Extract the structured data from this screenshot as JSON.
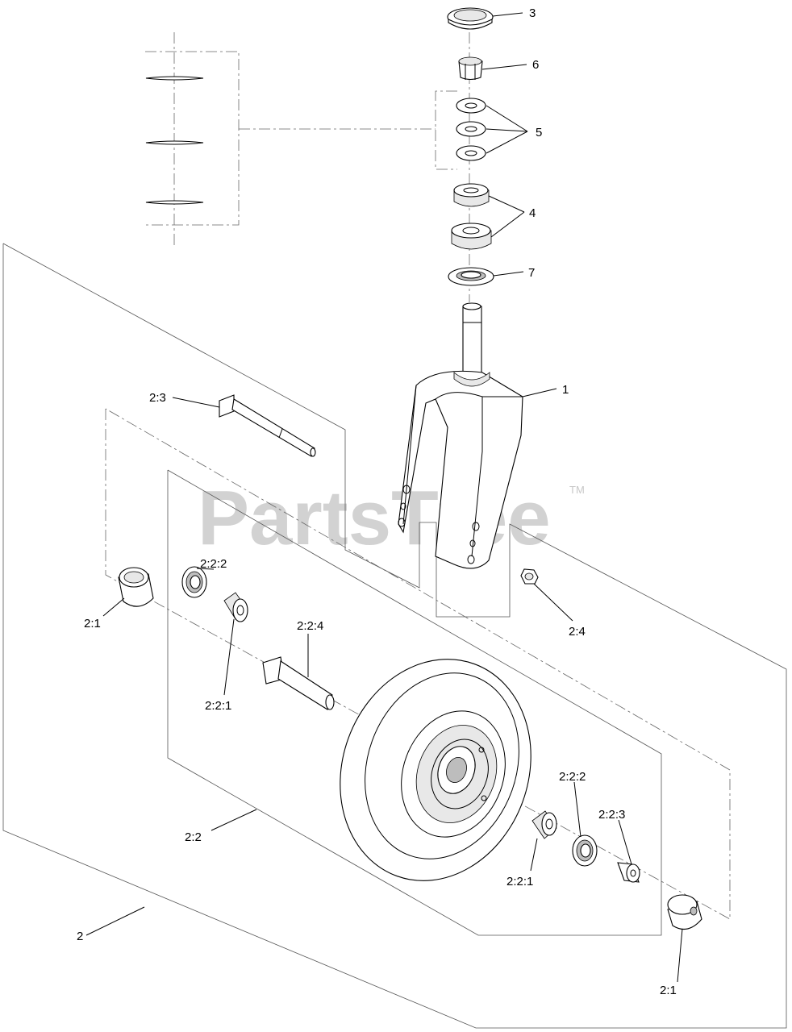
{
  "watermark": {
    "text": "PartsTree",
    "tm": "TM"
  },
  "callouts": [
    {
      "id": "c3",
      "label": "3"
    },
    {
      "id": "c6",
      "label": "6"
    },
    {
      "id": "c5",
      "label": "5"
    },
    {
      "id": "c4",
      "label": "4"
    },
    {
      "id": "c7",
      "label": "7"
    },
    {
      "id": "c1",
      "label": "1"
    },
    {
      "id": "c2_3",
      "label": "2:3"
    },
    {
      "id": "c2_2_2a",
      "label": "2:2:2"
    },
    {
      "id": "c2_1a",
      "label": "2:1"
    },
    {
      "id": "c2_2_1a",
      "label": "2:2:1"
    },
    {
      "id": "c2_2_4",
      "label": "2:2:4"
    },
    {
      "id": "c2_4",
      "label": "2:4"
    },
    {
      "id": "c2_2",
      "label": "2:2"
    },
    {
      "id": "c2_2_2b",
      "label": "2:2:2"
    },
    {
      "id": "c2_2_3",
      "label": "2:2:3"
    },
    {
      "id": "c2_2_1b",
      "label": "2:2:1"
    },
    {
      "id": "c2",
      "label": "2"
    },
    {
      "id": "c2_1b",
      "label": "2:1"
    }
  ]
}
